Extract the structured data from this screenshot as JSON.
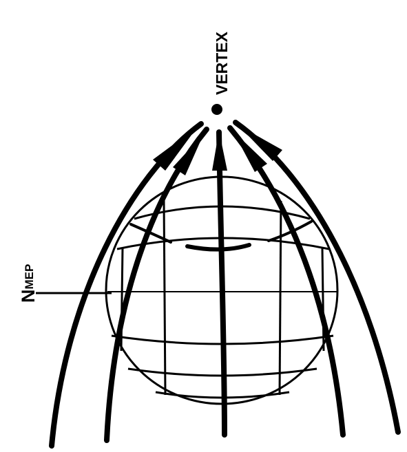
{
  "labels": {
    "vertex": "VERTEX",
    "nmep_main": "N",
    "nmep_sub": "MEP"
  },
  "colors": {
    "ink": "#000000",
    "paper": "#ffffff"
  }
}
